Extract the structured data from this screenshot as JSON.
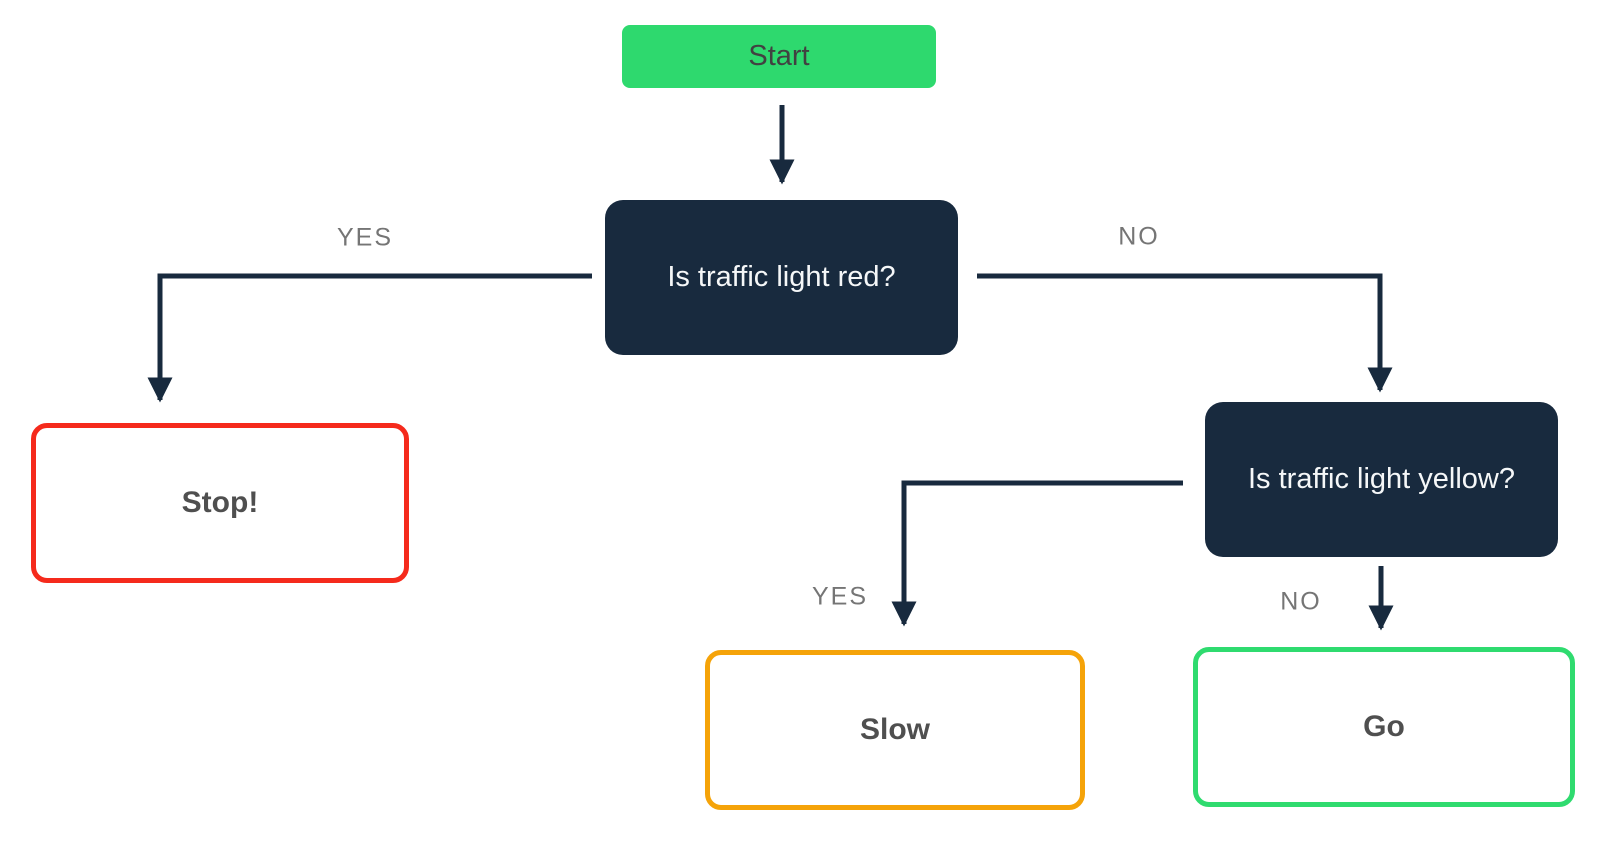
{
  "diagram": {
    "type": "flowchart",
    "background": "#ffffff",
    "nodes": {
      "start": {
        "label": "Start",
        "kind": "start",
        "fill": "#2ED96E",
        "text_color": "#414141"
      },
      "q_red": {
        "label": "Is traffic light red?",
        "kind": "decision",
        "fill": "#182A3E",
        "text_color": "#F5F7F8"
      },
      "q_yellow": {
        "label": "Is traffic light yellow?",
        "kind": "decision",
        "fill": "#182A3E",
        "text_color": "#F5F7F8"
      },
      "stop": {
        "label": "Stop!",
        "kind": "result",
        "border_color": "#F52A1C",
        "text_color": "#4F4F4F"
      },
      "slow": {
        "label": "Slow",
        "kind": "result",
        "border_color": "#F5A309",
        "text_color": "#4F4F4F"
      },
      "go": {
        "label": "Go",
        "kind": "result",
        "border_color": "#2FDB6F",
        "text_color": "#4F4F4F"
      }
    },
    "edges": {
      "start_to_q_red": {
        "from": "start",
        "to": "q_red",
        "label": ""
      },
      "q_red_yes": {
        "from": "q_red",
        "to": "stop",
        "label": "YES"
      },
      "q_red_no": {
        "from": "q_red",
        "to": "q_yellow",
        "label": "NO"
      },
      "q_yellow_yes": {
        "from": "q_yellow",
        "to": "slow",
        "label": "YES"
      },
      "q_yellow_no": {
        "from": "q_yellow",
        "to": "go",
        "label": "NO"
      }
    },
    "colors": {
      "line": "#182A3E",
      "label": "#757575"
    }
  }
}
